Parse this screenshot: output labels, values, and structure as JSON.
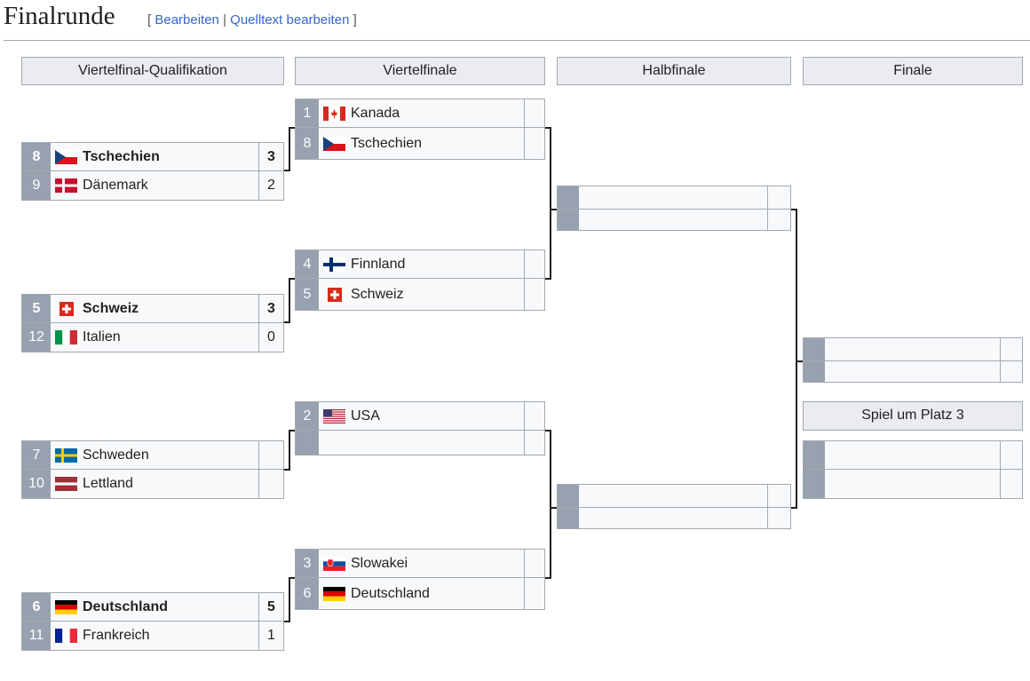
{
  "section": {
    "title": "Finalrunde",
    "edit_open": "[",
    "edit": "Bearbeiten",
    "sep": "|",
    "edit_source": "Quelltext bearbeiten",
    "edit_close": "]"
  },
  "headers": [
    "Viertelfinal-Qualifikation",
    "Viertelfinale",
    "Halbfinale",
    "Finale",
    "Spiel um Platz 3"
  ],
  "rounds": {
    "qualification": [
      [
        {
          "seed": "8",
          "team": "Tschechien",
          "flag": "flag-cz",
          "score": "3",
          "winner": true
        },
        {
          "seed": "9",
          "team": "Dänemark",
          "flag": "flag-dk",
          "score": "2"
        }
      ],
      [
        {
          "seed": "5",
          "team": "Schweiz",
          "flag": "flag-ch",
          "score": "3",
          "winner": true
        },
        {
          "seed": "12",
          "team": "Italien",
          "flag": "flag-it",
          "score": "0"
        }
      ],
      [
        {
          "seed": "7",
          "team": "Schweden",
          "flag": "flag-se",
          "score": ""
        },
        {
          "seed": "10",
          "team": "Lettland",
          "flag": "flag-lv",
          "score": ""
        }
      ],
      [
        {
          "seed": "6",
          "team": "Deutschland",
          "flag": "flag-de",
          "score": "5",
          "winner": true
        },
        {
          "seed": "11",
          "team": "Frankreich",
          "flag": "flag-fr",
          "score": "1"
        }
      ]
    ],
    "quarterfinal": [
      [
        {
          "seed": "1",
          "team": "Kanada",
          "flag": "flag-ca",
          "score": ""
        },
        {
          "seed": "8",
          "team": "Tschechien",
          "flag": "flag-cz",
          "score": ""
        }
      ],
      [
        {
          "seed": "4",
          "team": "Finnland",
          "flag": "flag-fi",
          "score": ""
        },
        {
          "seed": "5",
          "team": "Schweiz",
          "flag": "flag-ch",
          "score": ""
        }
      ],
      [
        {
          "seed": "2",
          "team": "USA",
          "flag": "flag-us",
          "score": ""
        },
        {
          "seed": "",
          "team": "",
          "flag": "",
          "score": ""
        }
      ],
      [
        {
          "seed": "3",
          "team": "Slowakei",
          "flag": "flag-sk",
          "score": ""
        },
        {
          "seed": "6",
          "team": "Deutschland",
          "flag": "flag-de",
          "score": ""
        }
      ]
    ],
    "semifinal": [
      [
        {
          "seed": "",
          "team": "",
          "flag": "",
          "score": ""
        },
        {
          "seed": "",
          "team": "",
          "flag": "",
          "score": ""
        }
      ],
      [
        {
          "seed": "",
          "team": "",
          "flag": "",
          "score": ""
        },
        {
          "seed": "",
          "team": "",
          "flag": "",
          "score": ""
        }
      ]
    ],
    "final": [
      [
        {
          "seed": "",
          "team": "",
          "flag": "",
          "score": ""
        },
        {
          "seed": "",
          "team": "",
          "flag": "",
          "score": ""
        }
      ]
    ],
    "third_place": [
      [
        {
          "seed": "",
          "team": "",
          "flag": "",
          "score": ""
        },
        {
          "seed": "",
          "team": "",
          "flag": "",
          "score": ""
        }
      ]
    ]
  }
}
